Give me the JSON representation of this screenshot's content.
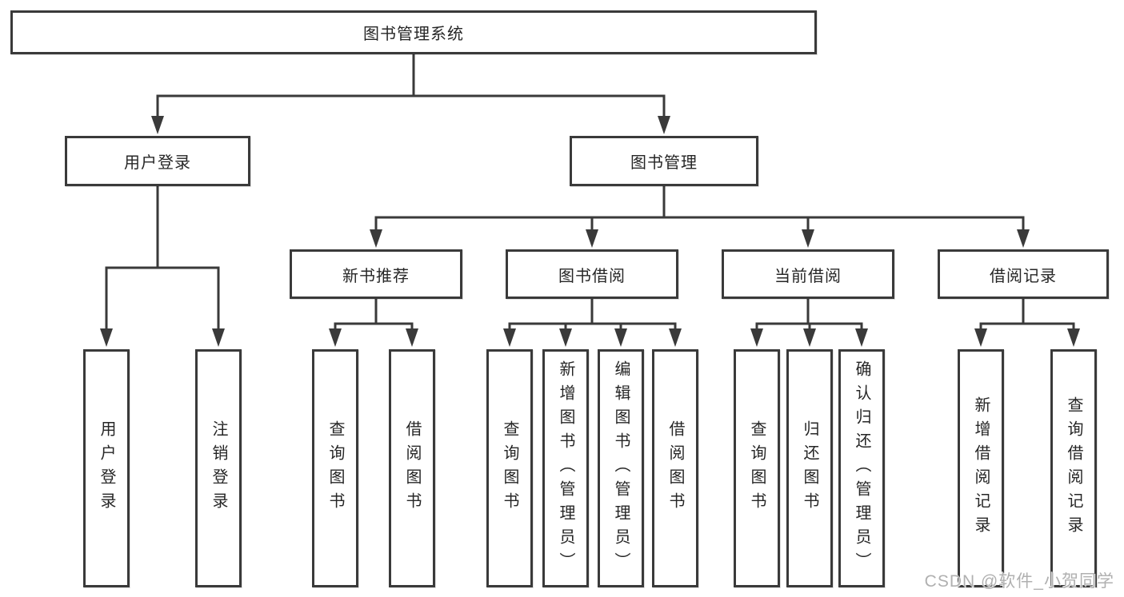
{
  "diagram": {
    "title": "图书管理系统",
    "level2": [
      {
        "label": "用户登录",
        "children": [
          "用户登录",
          "注销登录"
        ]
      },
      {
        "label": "图书管理"
      }
    ],
    "level3": [
      {
        "label": "新书推荐",
        "children": [
          "查询图书",
          "借阅图书"
        ]
      },
      {
        "label": "图书借阅",
        "children": [
          "查询图书",
          "新增图书（管理员）",
          "编辑图书（管理员）",
          "借阅图书"
        ]
      },
      {
        "label": "当前借阅",
        "children": [
          "查询图书",
          "归还图书",
          "确认归还（管理员）"
        ]
      },
      {
        "label": "借阅记录",
        "children": [
          "新增借阅记录",
          "查询借阅记录"
        ]
      }
    ]
  },
  "watermark": {
    "text": "CSDN @软件_小贺同学"
  },
  "colors": {
    "line": "#3a3a3a",
    "ink": "#262626",
    "box_bg": "#ffffff",
    "watermark": "#b0b0b0",
    "background": "#ffffff"
  }
}
